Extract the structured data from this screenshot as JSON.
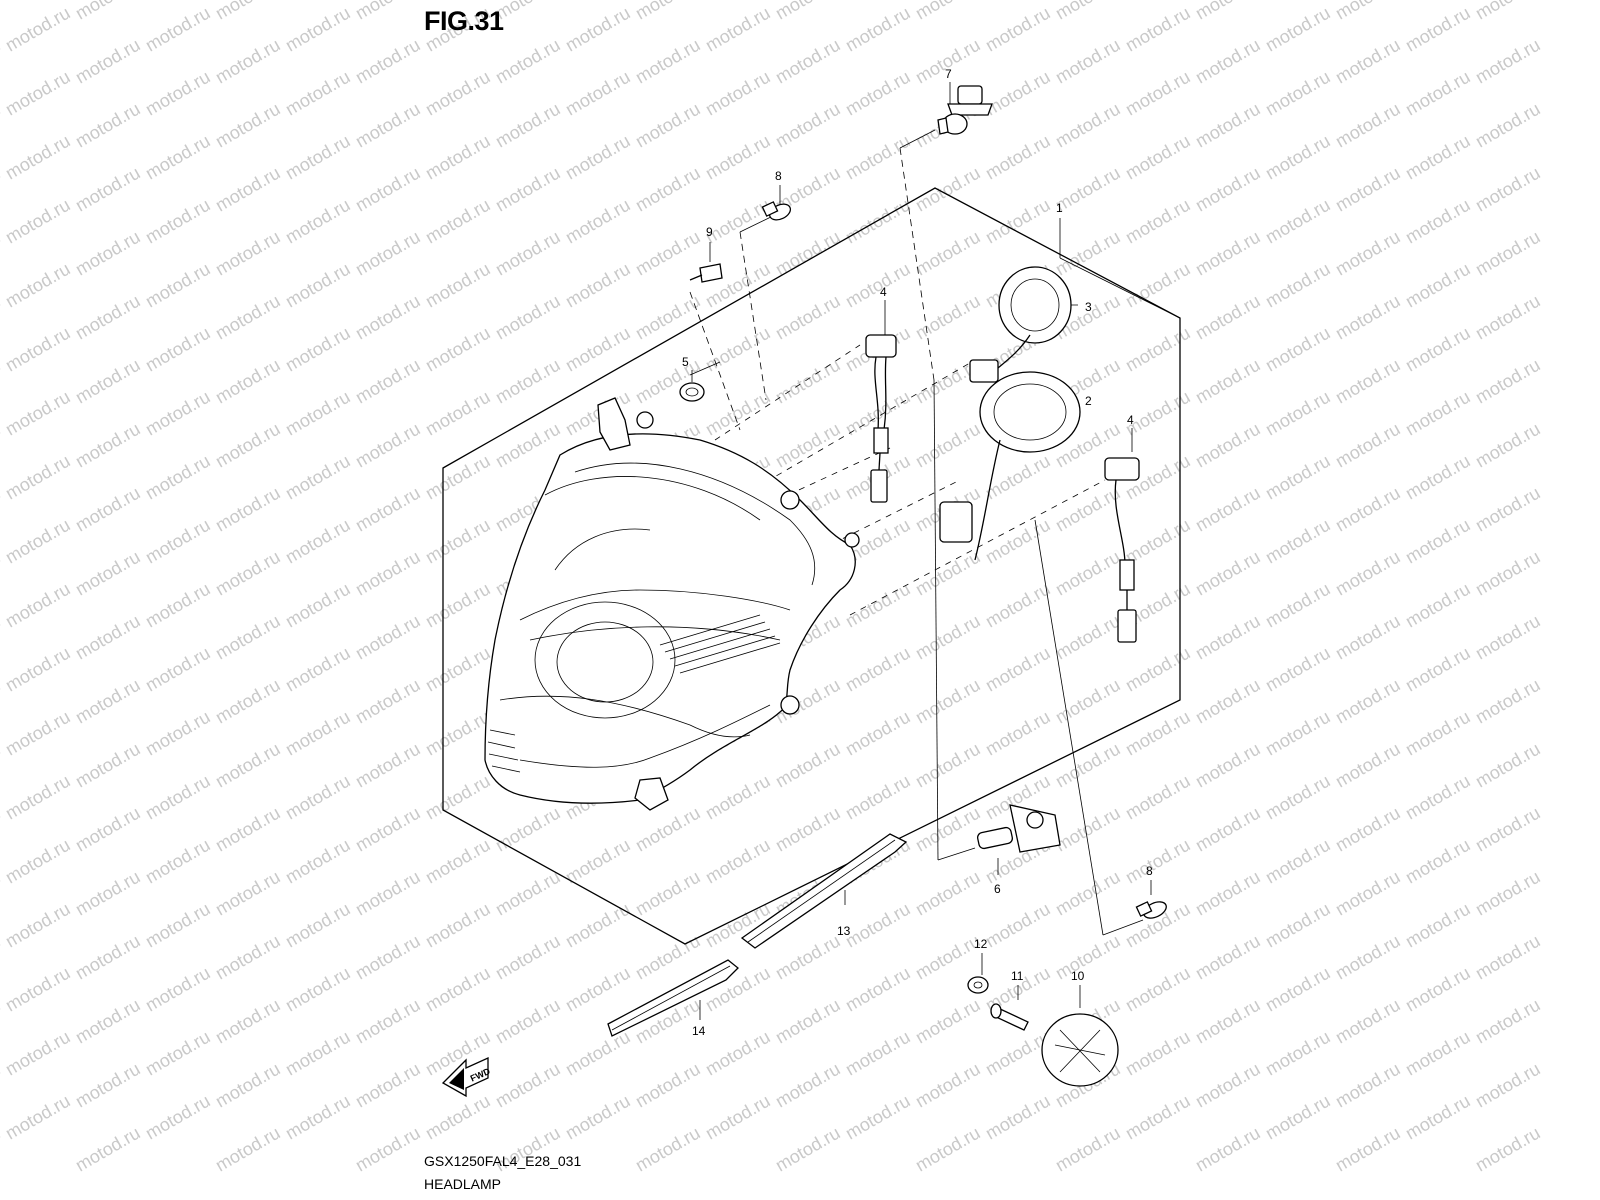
{
  "figure": {
    "title": "FIG.31",
    "diagram_code": "GSX1250FAL4_E28_031",
    "name": "HEADLAMP"
  },
  "watermark": {
    "text": "motod.ru"
  },
  "direction_arrow": {
    "label": "FWD"
  },
  "callouts": [
    {
      "id": "c1",
      "label": "1"
    },
    {
      "id": "c2",
      "label": "2"
    },
    {
      "id": "c3",
      "label": "3"
    },
    {
      "id": "c4a",
      "label": "4"
    },
    {
      "id": "c4b",
      "label": "4"
    },
    {
      "id": "c5",
      "label": "5"
    },
    {
      "id": "c6",
      "label": "6"
    },
    {
      "id": "c7",
      "label": "7"
    },
    {
      "id": "c8a",
      "label": "8"
    },
    {
      "id": "c8b",
      "label": "8"
    },
    {
      "id": "c9",
      "label": "9"
    },
    {
      "id": "c10",
      "label": "10"
    },
    {
      "id": "c11",
      "label": "11"
    },
    {
      "id": "c12",
      "label": "12"
    },
    {
      "id": "c13",
      "label": "13"
    },
    {
      "id": "c14",
      "label": "14"
    }
  ]
}
